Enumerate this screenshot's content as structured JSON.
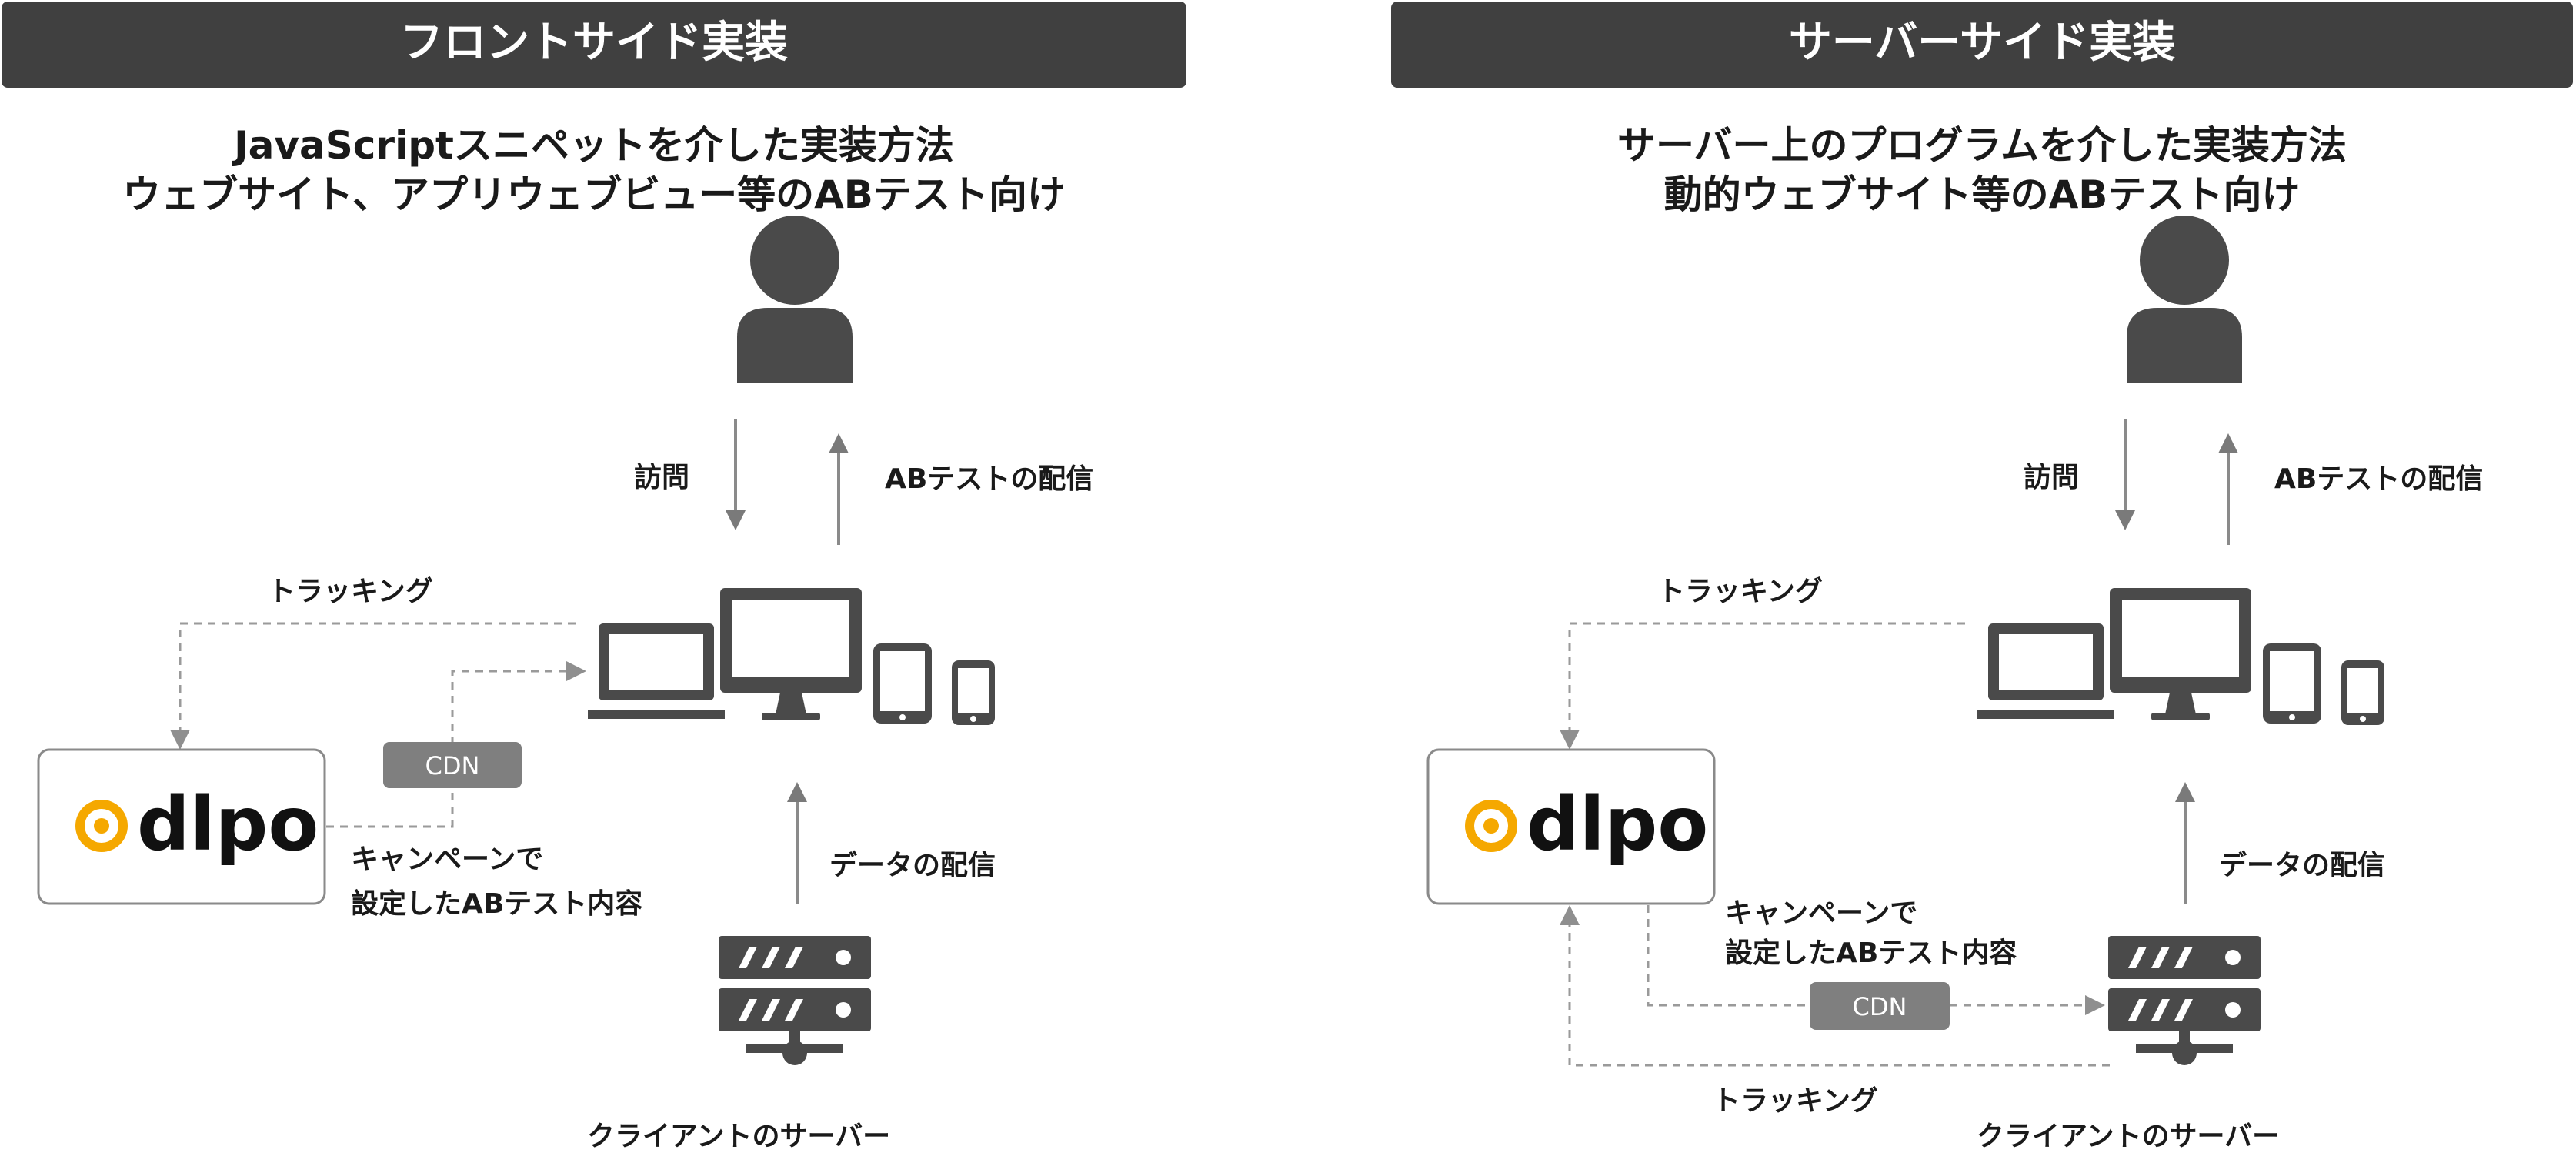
{
  "colors": {
    "header_bg": "#404040",
    "icon": "#4a4a4a",
    "arrow": "#7a7a7a",
    "dashed": "#9a9a9a",
    "cdn_bg": "#7f7f7f",
    "logo_accent": "#f5a800"
  },
  "icons": [
    "person-icon",
    "laptop-icon",
    "monitor-icon",
    "tablet-icon",
    "smartphone-icon",
    "server-icon"
  ],
  "front": {
    "header": "フロントサイド実装",
    "subtitle_line1": "JavaScriptスニペットを介した実装方法",
    "subtitle_line2": "ウェブサイト、アプリウェブビュー等のABテスト向け",
    "visit_label": "訪問",
    "ab_delivery_label": "ABテストの配信",
    "tracking_label": "トラッキング",
    "cdn_label": "CDN",
    "campaign_line1": "キャンペーンで",
    "campaign_line2": "設定したABテスト内容",
    "data_delivery_label": "データの配信",
    "server_label": "クライアントのサーバー"
  },
  "server": {
    "header": "サーバーサイド実装",
    "subtitle_line1": "サーバー上のプログラムを介した実装方法",
    "subtitle_line2": "動的ウェブサイト等のABテスト向け",
    "visit_label": "訪問",
    "ab_delivery_label": "ABテストの配信",
    "tracking_top_label": "トラッキング",
    "campaign_line1": "キャンペーンで",
    "campaign_line2": "設定したABテスト内容",
    "cdn_label": "CDN",
    "data_delivery_label": "データの配信",
    "tracking_bottom_label": "トラッキング",
    "server_label": "クライアントのサーバー"
  },
  "logo": {
    "text": "dlpo"
  }
}
